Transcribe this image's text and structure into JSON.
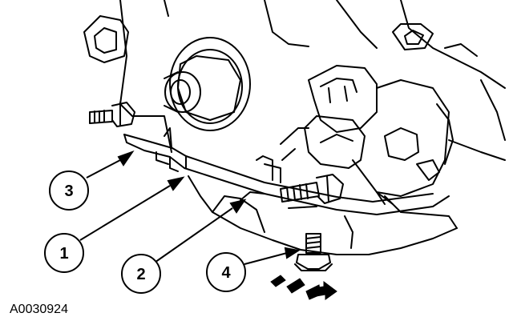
{
  "figure": {
    "id": "A0030924",
    "callouts": [
      {
        "number": "1"
      },
      {
        "number": "2"
      },
      {
        "number": "3"
      },
      {
        "number": "4"
      }
    ]
  },
  "colors": {
    "line": "#000000",
    "background": "#ffffff"
  }
}
